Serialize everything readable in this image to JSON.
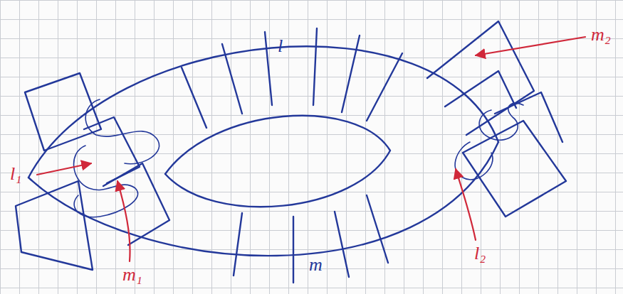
{
  "diagram": {
    "labels": [
      "l",
      "m",
      "l₁",
      "m₁",
      "m₂",
      "l₂"
    ]
  }
}
